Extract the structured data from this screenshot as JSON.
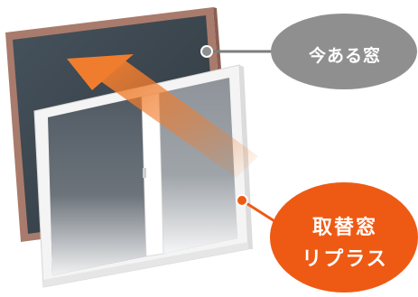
{
  "callouts": {
    "current_window": "今ある窓",
    "replacement_line1": "取替窓",
    "replacement_line2": "リプラス"
  },
  "colors": {
    "old_frame": "#a97b6c",
    "old_glass": "#3b4650",
    "new_frame": "#ffffff",
    "gray_bubble": "#8f8f8f",
    "orange_bubble": "#ee5a14",
    "arrow": "#f07d2e"
  }
}
